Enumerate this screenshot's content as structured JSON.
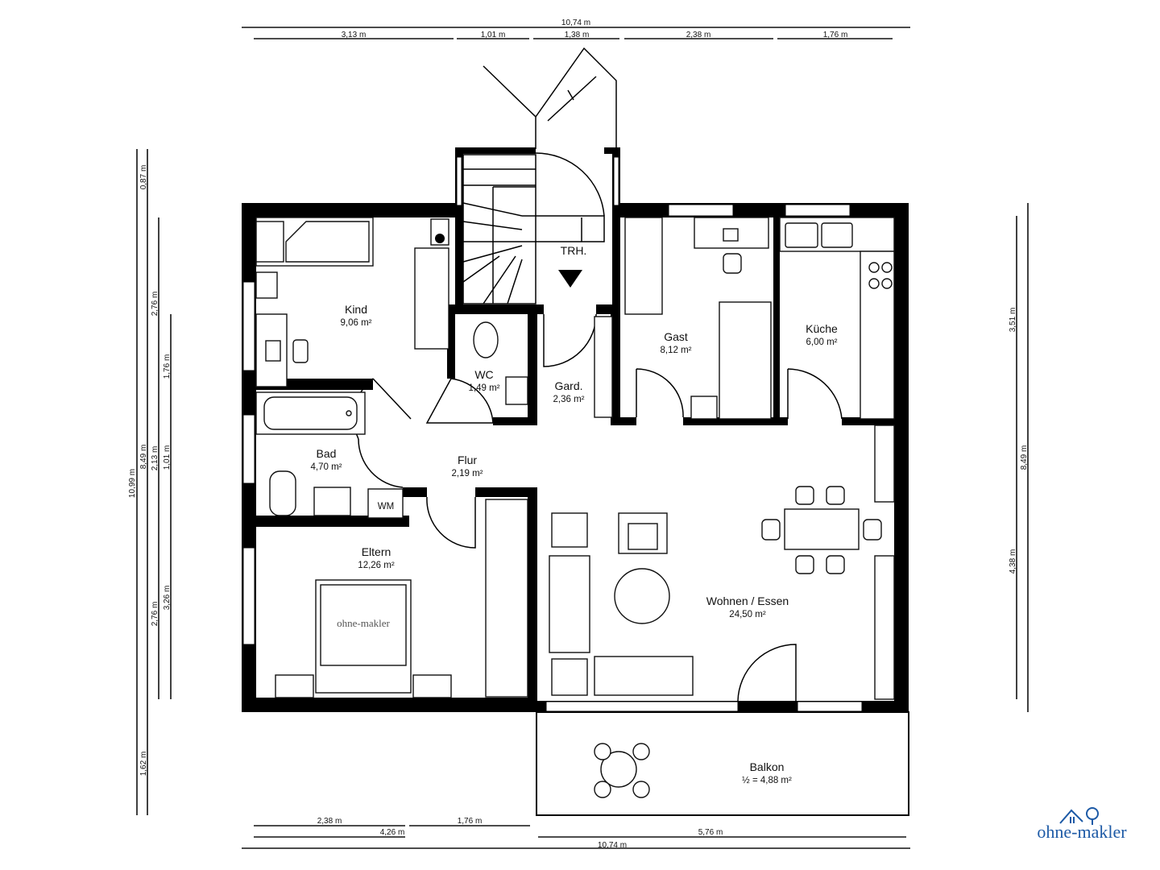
{
  "rooms": {
    "kind": {
      "name": "Kind",
      "area": "9,06 m²"
    },
    "wc": {
      "name": "WC",
      "area": "1,49 m²"
    },
    "gard": {
      "name": "Gard.",
      "area": "2,36 m²"
    },
    "gast": {
      "name": "Gast",
      "area": "8,12 m²"
    },
    "kueche": {
      "name": "Küche",
      "area": "6,00 m²"
    },
    "bad": {
      "name": "Bad",
      "area": "4,70 m²"
    },
    "flur": {
      "name": "Flur",
      "area": "2,19 m²"
    },
    "eltern": {
      "name": "Eltern",
      "area": "12,26 m²"
    },
    "wohnen": {
      "name": "Wohnen / Essen",
      "area": "24,50 m²"
    },
    "balkon": {
      "name": "Balkon",
      "area": "½ = 4,88 m²"
    },
    "trh": {
      "name": "TRH."
    },
    "wm": {
      "name": "WM"
    }
  },
  "dimensions": {
    "top": [
      "10,74 m",
      "3,13 m",
      "1,01 m",
      "1,38 m",
      "2,38 m",
      "1,76 m"
    ],
    "left": [
      "10,99 m",
      "0,87 m",
      "8,49 m",
      "1,62 m",
      "2,76 m",
      "2,13 m",
      "2,76 m",
      "1,76 m",
      "1,01 m",
      "3,26 m"
    ],
    "right": [
      "3,51 m",
      "4,38 m",
      "8,49 m"
    ],
    "bottom": [
      "2,38 m",
      "1,76 m",
      "4,26 m",
      "5,76 m",
      "10,74 m"
    ]
  },
  "logo": {
    "text": "ohne-makler",
    "color": "#1d5aa6"
  },
  "watermark": "ohne-makler"
}
